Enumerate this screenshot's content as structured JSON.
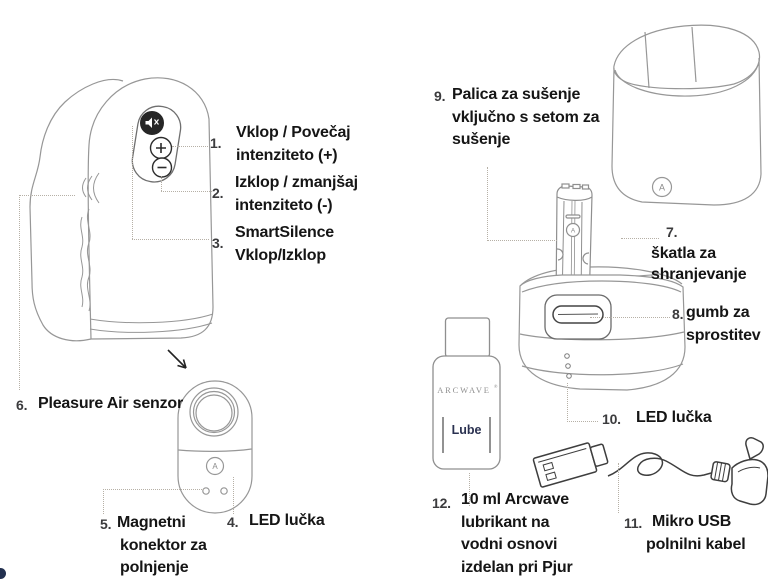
{
  "figure": {
    "title": "product-parts-diagram",
    "brand": {
      "letter": "A",
      "name": "ARCWAVE",
      "mark": "®",
      "product": "Lube"
    }
  },
  "labels": {
    "l1": {
      "num": "1.",
      "lines": [
        "Vklop / Povečaj",
        "intenziteto (+)"
      ]
    },
    "l2": {
      "num": "2.",
      "lines": [
        "Izklop / zmanjšaj",
        "intenziteto (-)"
      ]
    },
    "l3": {
      "num": "3.",
      "lines": [
        "SmartSilence",
        "Vklop/Izklop"
      ]
    },
    "l4": {
      "num": "4.",
      "lines": [
        "LED lučka"
      ]
    },
    "l5": {
      "num": "5.",
      "lines": [
        "Magnetni",
        "konektor za",
        "polnjenje"
      ]
    },
    "l6": {
      "num": "6.",
      "lines": [
        "Pleasure Air senzor"
      ]
    },
    "l7": {
      "num": "7.",
      "lines": [
        "škatla za",
        "shranjevanje"
      ]
    },
    "l8": {
      "num": "8.",
      "lines": [
        "gumb za",
        "sprostitev"
      ]
    },
    "l9": {
      "num": "9.",
      "lines": [
        "Palica za sušenje",
        "vključno s setom za",
        "sušenje"
      ]
    },
    "l10": {
      "num": "10.",
      "lines": [
        "LED lučka"
      ]
    },
    "l11": {
      "num": "11.",
      "lines": [
        "Mikro USB",
        "polnilni kabel"
      ]
    },
    "l12": {
      "num": "12.",
      "lines": [
        "10 ml Arcwave",
        "lubrikant na",
        "vodni osnovi",
        "izdelan pri Pjur"
      ]
    }
  },
  "icons": {
    "mute_button": "speaker-mute",
    "plus_button": "plus",
    "minus_button": "minus",
    "arrow": "arrow-down-right",
    "brand_logo": "letter-A-in-circle"
  },
  "colors": {
    "text": "#151515",
    "number": "#3b3b3d",
    "line_art": "#979797",
    "dark_art": "#3e3e3e",
    "leader": "#b6b0a6",
    "lube_text": "#2a3150"
  }
}
